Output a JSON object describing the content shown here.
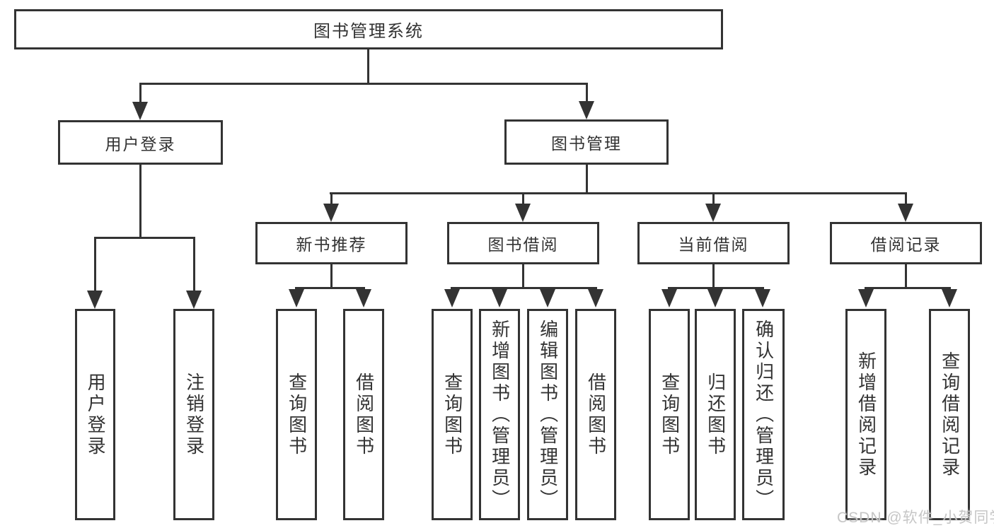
{
  "diagram": {
    "root": {
      "label": "图书管理系统"
    },
    "branches": [
      {
        "label": "用户登录",
        "children": [
          {
            "label": "用户登录"
          },
          {
            "label": "注销登录"
          }
        ]
      },
      {
        "label": "图书管理",
        "children": [
          {
            "label": "新书推荐",
            "children": [
              {
                "label": "查询图书"
              },
              {
                "label": "借阅图书"
              }
            ]
          },
          {
            "label": "图书借阅",
            "children": [
              {
                "label": "查询图书"
              },
              {
                "label": "新增图书（管理员）"
              },
              {
                "label": "编辑图书（管理员）"
              },
              {
                "label": "借阅图书"
              }
            ]
          },
          {
            "label": "当前借阅",
            "children": [
              {
                "label": "查询图书"
              },
              {
                "label": "归还图书"
              },
              {
                "label": "确认归还（管理员）"
              }
            ]
          },
          {
            "label": "借阅记录",
            "children": [
              {
                "label": "新增借阅记录"
              },
              {
                "label": "查询借阅记录"
              }
            ]
          }
        ]
      }
    ]
  },
  "colors": {
    "line": "#333333",
    "text": "#333333",
    "watermark": "#c6c6c6",
    "background": "#ffffff"
  },
  "watermark": {
    "text": "CSDN @软件_小贺同学"
  }
}
